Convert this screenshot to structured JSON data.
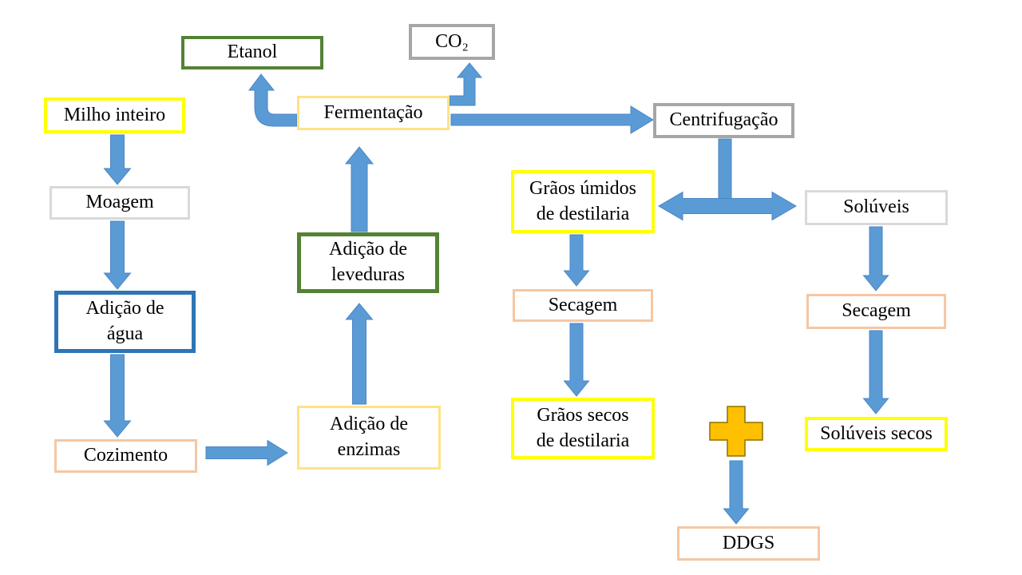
{
  "nodes": {
    "milho_inteiro": {
      "label": "Milho inteiro",
      "border": "#FFFF00"
    },
    "moagem": {
      "label": "Moagem",
      "border": "#D9D9D9"
    },
    "adicao_agua": {
      "label": "Adição de\nágua",
      "border": "#2E75B6"
    },
    "cozimento": {
      "label": "Cozimento",
      "border": "#F4C7A4"
    },
    "adicao_enzimas": {
      "label": "Adição de\nenzimas",
      "border": "#FFE285"
    },
    "adicao_leveduras": {
      "label": "Adição de\nleveduras",
      "border": "#548235"
    },
    "fermentacao": {
      "label": "Fermentação",
      "border": "#FFE285"
    },
    "etanol": {
      "label": "Etanol",
      "border": "#548235"
    },
    "co2": {
      "label": "CO₂",
      "border": "#A6A6A6"
    },
    "centrifugacao": {
      "label": "Centrifugação",
      "border": "#A6A6A6"
    },
    "graos_umidos": {
      "label": "Grãos úmidos\nde destilaria",
      "border": "#FFFF00"
    },
    "soluveis": {
      "label": "Solúveis",
      "border": "#D9D9D9"
    },
    "secagem_graos": {
      "label": "Secagem",
      "border": "#F4C7A4"
    },
    "secagem_soluveis": {
      "label": "Secagem",
      "border": "#F4C7A4"
    },
    "graos_secos": {
      "label": "Grãos secos\nde destilaria",
      "border": "#FFFF00"
    },
    "soluveis_secos": {
      "label": "Solúveis secos",
      "border": "#FFFF00"
    },
    "ddgs": {
      "label": "DDGS",
      "border": "#F4C7A4"
    }
  },
  "icons": {
    "plus-icon": "+"
  },
  "colors": {
    "arrow_fill": "#5B9BD5",
    "arrow_stroke": "#4A86C5",
    "plus_fill": "#FFC000",
    "plus_stroke": "#8F7000",
    "background": "#FFFFFF",
    "text": "#000000"
  }
}
